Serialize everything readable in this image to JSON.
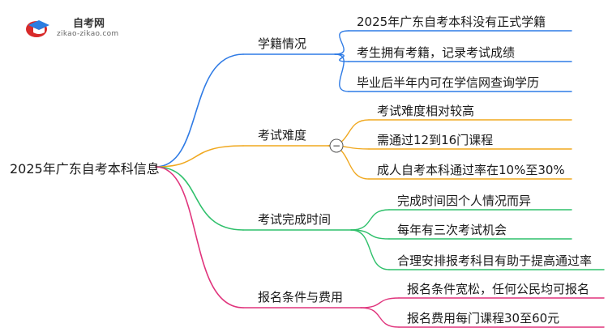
{
  "logo": {
    "title": "自考网",
    "url": "zikao-zikao.com",
    "icon": "graduation-cap-icon"
  },
  "root": "2025年广东自考本科信息",
  "branches": [
    {
      "label": "学籍情况",
      "color": "#2f7be5",
      "children": [
        "2025年广东自考本科没有正式学籍",
        "考生拥有考籍，记录考试成绩",
        "毕业后半年内可在学信网查询学历"
      ]
    },
    {
      "label": "考试难度",
      "color": "#f0a81f",
      "collapse_symbol": "−",
      "children": [
        "考试难度相对较高",
        "需通过12到16门课程",
        "成人自考本科通过率在10%至30%"
      ]
    },
    {
      "label": "考试完成时间",
      "color": "#2fc06b",
      "children": [
        "完成时间因个人情况而异",
        "每年有三次考试机会",
        "合理安排报考科目有助于提高通过率"
      ]
    },
    {
      "label": "报名条件与费用",
      "color": "#e0347c",
      "children": [
        "报名条件宽松，任何公民均可报名",
        "报名费用每门课程30至60元"
      ]
    }
  ]
}
